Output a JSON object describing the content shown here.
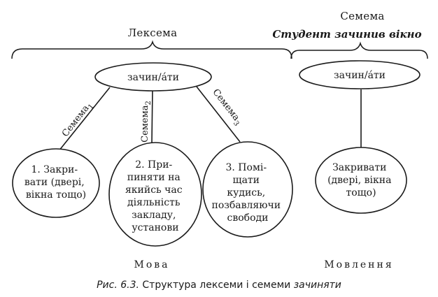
{
  "left": {
    "header": "Лексема",
    "root": "зачин/áти",
    "sememes": [
      {
        "label": "Семема",
        "index": "1",
        "lines": [
          "1. Закри-",
          "вати (двері,",
          "вікна тощо)"
        ]
      },
      {
        "label": "Семема",
        "index": "2",
        "lines": [
          "2. При-",
          "пиняти на",
          "якийсь час",
          "діяльність",
          "закладу,",
          "установи"
        ]
      },
      {
        "label": "Семема",
        "index": "3",
        "lines": [
          "3. Помі-",
          "щати",
          "кудись,",
          "позбавляючи",
          "свободи"
        ]
      }
    ],
    "footer": "Мова"
  },
  "right": {
    "header": "Семема",
    "subheader": "Студент зачинив вікно",
    "root": "зачин/áти",
    "node_lines": [
      "Закривати",
      "(двері, вікна",
      "тощо)"
    ],
    "footer": "Мовлення"
  },
  "caption": {
    "prefix": "Рис. 6.3.",
    "text": "Структура лексеми і семеми",
    "emphasis": "зачиняти"
  }
}
